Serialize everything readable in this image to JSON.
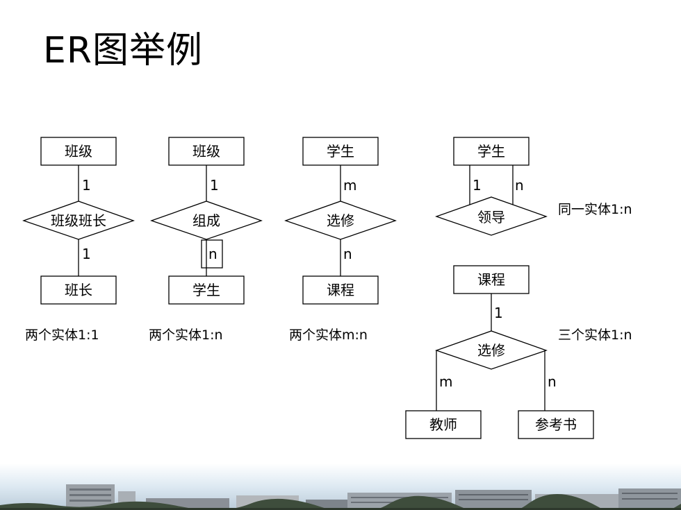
{
  "title": "ER图举例",
  "examples": {
    "ex1": {
      "entity_top": "班级",
      "relationship": "班级班长",
      "entity_bottom": "班长",
      "card_top": "1",
      "card_bottom": "1",
      "caption": "两个实体1:1"
    },
    "ex2": {
      "entity_top": "班级",
      "relationship": "组成",
      "entity_bottom": "学生",
      "card_top": "1",
      "card_bottom": "n",
      "caption": "两个实体1:n"
    },
    "ex3": {
      "entity_top": "学生",
      "relationship": "选修",
      "entity_bottom": "课程",
      "card_top": "m",
      "card_bottom": "n",
      "caption": "两个实体m:n"
    },
    "ex4": {
      "entity": "学生",
      "relationship": "领导",
      "card_left": "1",
      "card_right": "n",
      "caption": "同一实体1:n"
    },
    "ex5": {
      "entity_top": "课程",
      "relationship": "选修",
      "entity_left": "教师",
      "entity_right": "参考书",
      "card_top": "1",
      "card_left": "m",
      "card_right": "n",
      "caption": "三个实体1:n"
    }
  },
  "footer": {
    "image": "campus-buildings-banner",
    "colors": {
      "sky": "#cfe0ee",
      "ground": "#3a4a3a",
      "building": "#8a8f96"
    }
  }
}
